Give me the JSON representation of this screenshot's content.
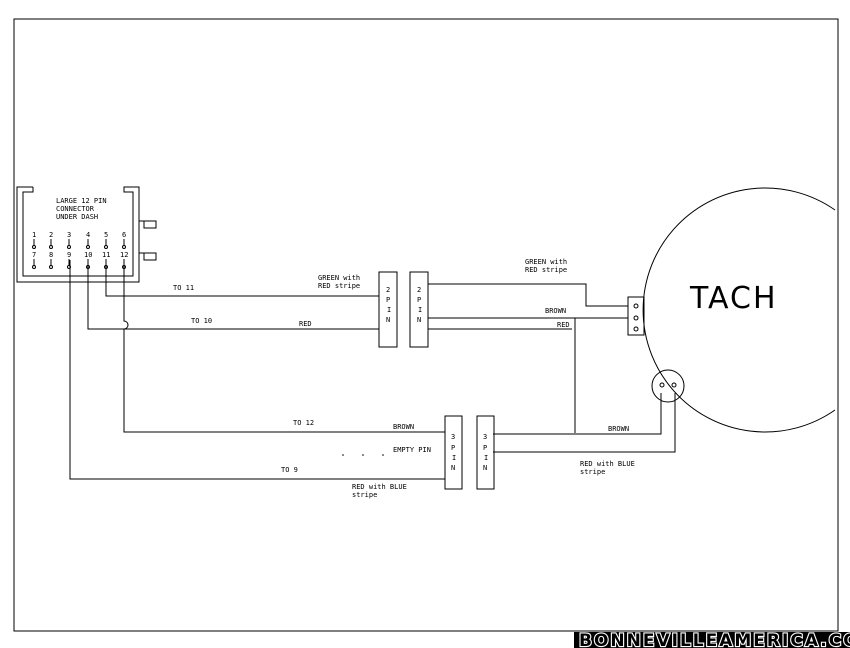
{
  "connector": {
    "title_lines": [
      "LARGE 12 PIN",
      "CONNECTOR",
      "UNDER DASH"
    ],
    "top_pins": [
      "1",
      "2",
      "3",
      "4",
      "5",
      "6"
    ],
    "bottom_pins": [
      "7",
      "8",
      "9",
      "10",
      "11",
      "12"
    ]
  },
  "labels": {
    "to_11": "TO  11",
    "to_10": "TO  10",
    "to_12": "TO  12",
    "to_9": "TO  9",
    "green_red_1": "GREEN with",
    "green_red_2": "RED stripe",
    "red_1": "RED",
    "green_red_3": "GREEN with",
    "green_red_4": "RED stripe",
    "brown_1": "BROWN",
    "red_2": "RED",
    "brown_2": "BROWN",
    "empty_pin": "EMPTY PIN",
    "red_blue_1": "RED with  BLUE",
    "red_blue_2": "stripe",
    "brown_3": "BROWN",
    "red_blue_3": "RED with  BLUE",
    "red_blue_4": "stripe"
  },
  "plug2": {
    "a": [
      "2",
      "P",
      "I",
      "N"
    ],
    "b": [
      "2",
      "P",
      "I",
      "N"
    ]
  },
  "plug3": {
    "a": [
      "3",
      "P",
      "I",
      "N"
    ],
    "b": [
      "3",
      "P",
      "I",
      "N"
    ]
  },
  "tach": {
    "label": "TACH"
  },
  "watermark": "BONNEVILLEAMERICA.COM"
}
